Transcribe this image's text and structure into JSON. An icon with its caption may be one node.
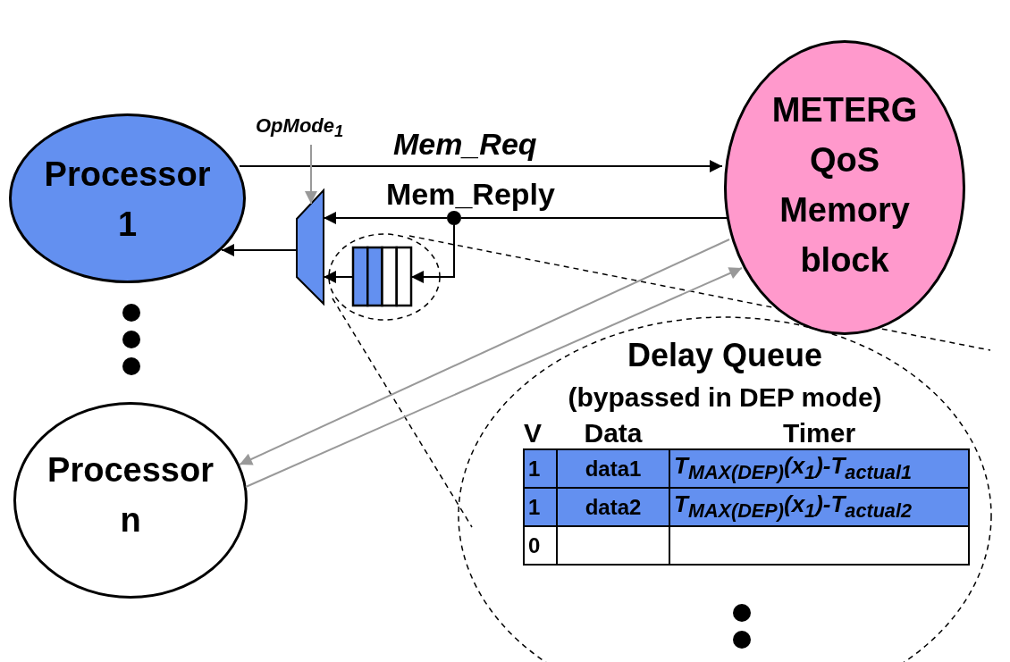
{
  "diagram": {
    "nodes": [
      {
        "text": [
          "Processor 1"
        ]
      },
      {
        "text": [
          "METERG QoS Memory block"
        ]
      },
      {
        "text": [
          "Processor n"
        ]
      },
      {
        "text": [],
        "shape": "trapezoid"
      },
      {
        "text": [],
        "shape": "box"
      },
      {
        "text": [],
        "shape": "circle"
      },
      {
        "text": [
          "Delay Queue",
          "(bypassed in DEP mode)"
        ]
      },
      {
        "text": [
          "OpMode$_{1}$"
        ]
      }
    ],
    "edges": [
      {
        "from": 0,
        "to": 1,
        "arrow": "to",
        "label": "Mem_Req"
      },
      {
        "from": 1,
        "to": 5,
        "arrow": "none",
        "label": "Mem_Reply"
      },
      {
        "from": 5,
        "to": 3,
        "arrow": "to"
      },
      {
        "from": 5,
        "to": 4,
        "arrow": "to"
      },
      {
        "from": 4,
        "to": 3,
        "arrow": "to"
      },
      {
        "from": 3,
        "to": 0,
        "arrow": "to"
      },
      {
        "from": 7,
        "to": 3,
        "arrow": "to",
        "color": "#999999"
      },
      {
        "from": 1,
        "to": 2,
        "arrow": "to",
        "color": "#999999"
      },
      {
        "from": 2,
        "to": 1,
        "arrow": "to",
        "color": "#999999"
      }
    ],
    "labels": [
      "V",
      "Data",
      "Timer",
      "1",
      "data1",
      "T$_{MAX(DEP)}$(x$_{1}$)-T$_{actual1}$",
      "1",
      "data2",
      "T$_{MAX(DEP)}$(x$_{1}$)-T$_{actual2}$",
      "0"
    ]
  }
}
